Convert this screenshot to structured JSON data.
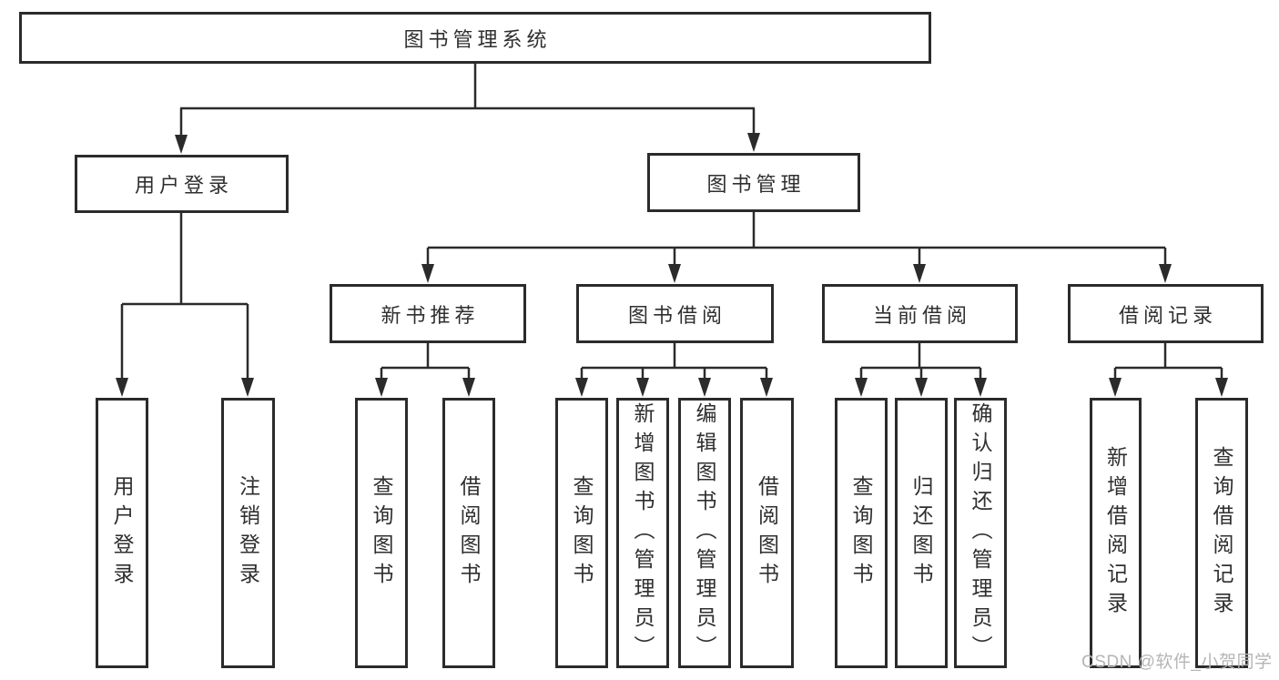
{
  "tree": {
    "root": {
      "label": "图书管理系统",
      "children": [
        {
          "label": "用户登录",
          "children": [
            {
              "label": "用户登录"
            },
            {
              "label": "注销登录"
            }
          ]
        },
        {
          "label": "图书管理",
          "children": [
            {
              "label": "新书推荐",
              "children": [
                {
                  "label": "查询图书"
                },
                {
                  "label": "借阅图书"
                }
              ]
            },
            {
              "label": "图书借阅",
              "children": [
                {
                  "label": "查询图书"
                },
                {
                  "label": "新增图书（管理员）"
                },
                {
                  "label": "编辑图书（管理员）"
                },
                {
                  "label": "借阅图书"
                }
              ]
            },
            {
              "label": "当前借阅",
              "children": [
                {
                  "label": "查询图书"
                },
                {
                  "label": "归还图书"
                },
                {
                  "label": "确认归还（管理员）"
                }
              ]
            },
            {
              "label": "借阅记录",
              "children": [
                {
                  "label": "新增借阅记录"
                },
                {
                  "label": "查询借阅记录"
                }
              ]
            }
          ]
        }
      ]
    }
  },
  "watermark": {
    "text": "CSDN @软件_小贺同学"
  },
  "colors": {
    "line": "#2b2b2b",
    "text": "#2f2f2f",
    "watermark": "#b5b5b5",
    "background": "#ffffff"
  }
}
